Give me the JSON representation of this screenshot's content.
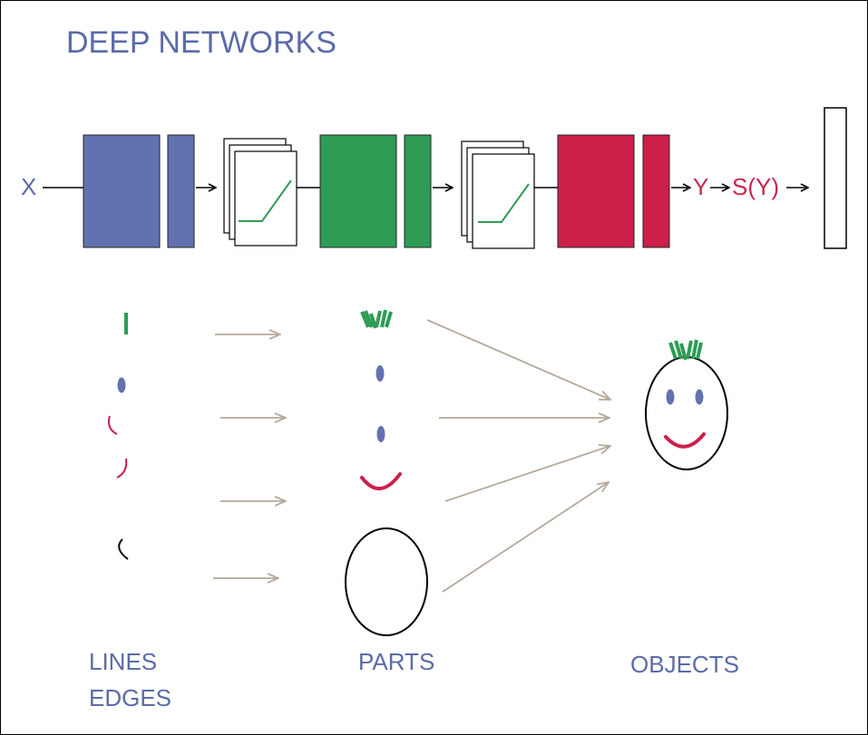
{
  "title": "DEEP NETWORKS",
  "pipeline": {
    "input_label": "X",
    "output_label": "Y",
    "softmax_label": "S(Y)"
  },
  "columns": {
    "lines_line1": "LINES",
    "lines_line2": "EDGES",
    "parts": "PARTS",
    "objects": "OBJECTS"
  },
  "colors": {
    "title": "#5B6BA9",
    "blue_layer": "#6272B0",
    "green_layer": "#2E9C55",
    "red_layer": "#CC1F4A",
    "arrow_gray": "#B5A99A",
    "text_red": "#C8264E"
  }
}
